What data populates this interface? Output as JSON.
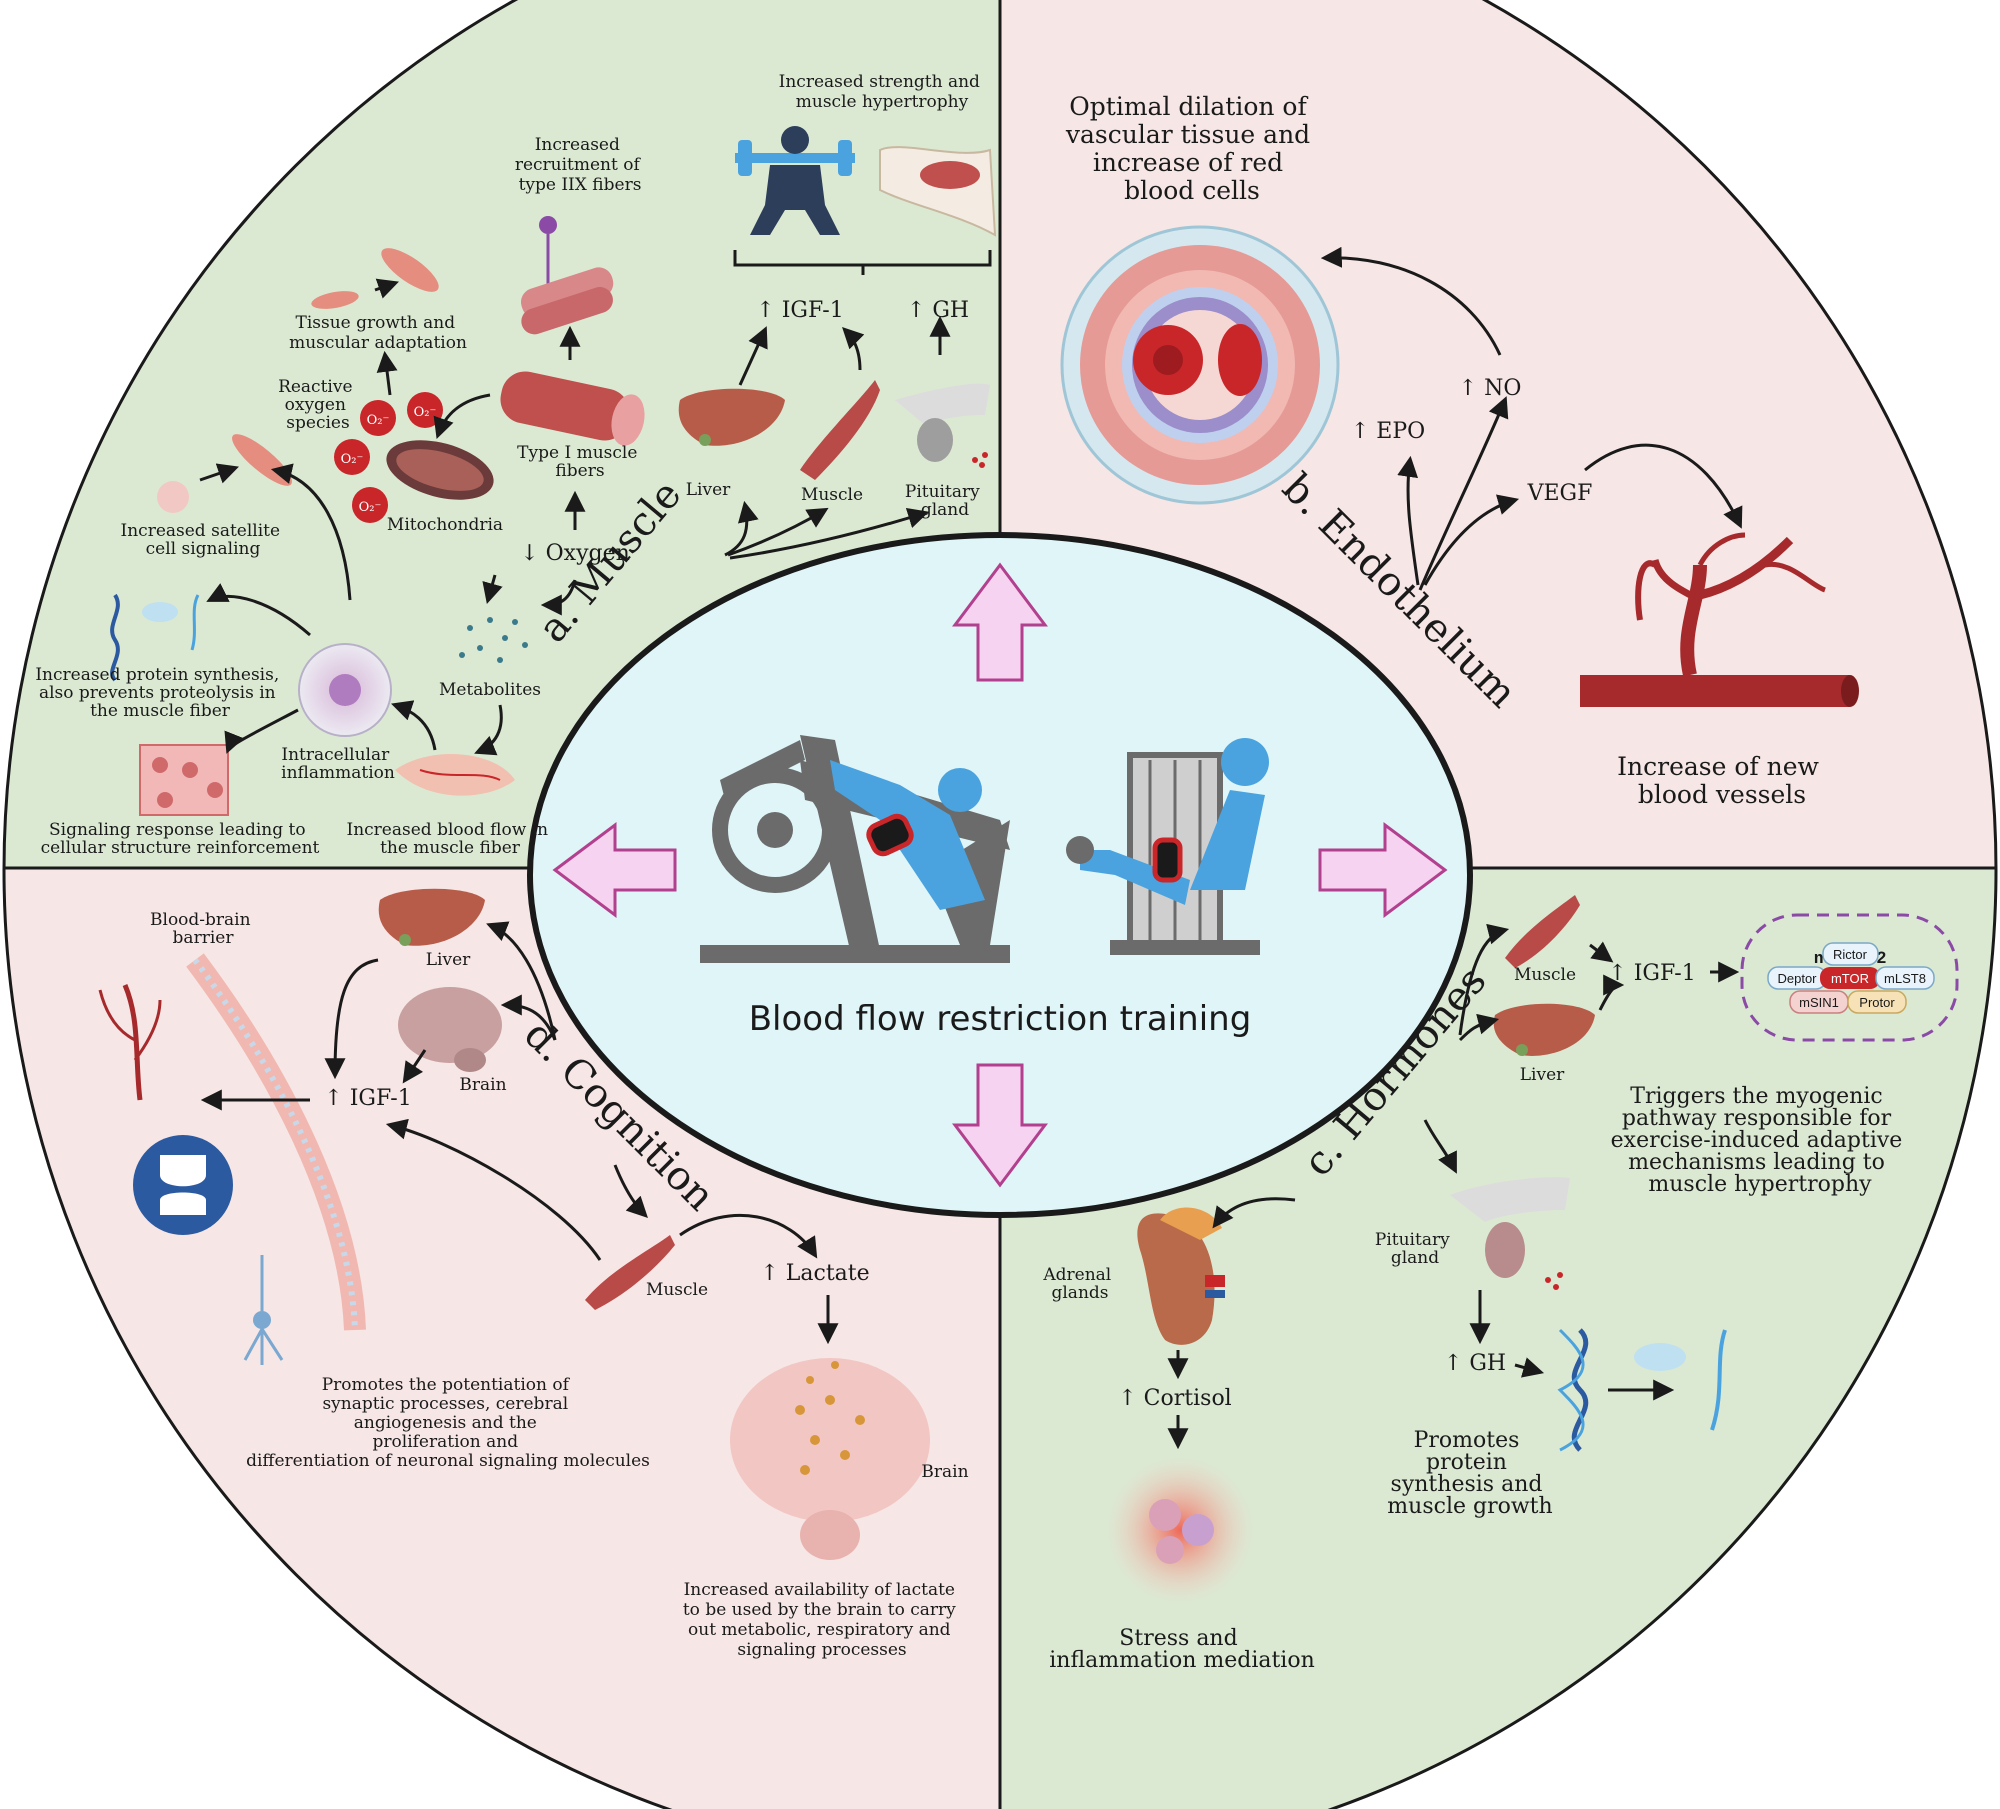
{
  "colors": {
    "muscle_quadrant": "#dbe9d3",
    "endothelium_quadrant": "#f6e6e5",
    "hormones_quadrant": "#dbe9d3",
    "cognition_quadrant": "#f6e6e5",
    "center": "#dff5f7",
    "center_arrows": "#f6d3f0",
    "center_arrow_stroke": "#b2408f",
    "equipment_gray": "#6b6b6b",
    "person_blue": "#4aa3df",
    "cuff_red": "#c9262a"
  },
  "center": {
    "title": "Blood flow restriction training",
    "icons": [
      "leg-press-icon",
      "leg-extension-machine-icon"
    ]
  },
  "muscle": {
    "quadrant_label": "a. Muscle",
    "strength": "Increased strength and muscle hypertrophy",
    "type_iix": "Increased recruitment of type IIX fibers",
    "tissue_growth": "Tissue growth and muscular adaptation",
    "ros": "Reactive oxygen species",
    "ros_symbol": "O₂⁻",
    "type_i": "Type I muscle fibers",
    "mitochondria": "Mitochondria",
    "satellite": "Increased satellite cell signaling",
    "igf1": "↑ IGF-1",
    "gh": "↑ GH",
    "liver": "Liver",
    "muscle": "Muscle",
    "pituitary": "Pituitary gland",
    "oxygen": "↓ Oxygen",
    "metabolites": "Metabolites",
    "protein": "Increased protein synthesis, also prevents proteolysis in the muscle fiber",
    "inflammation": "Intracellular inflammation",
    "signaling": "Signaling response leading to cellular structure reinforcement",
    "blood_flow": "Increased blood flow in the muscle fiber"
  },
  "endothelium": {
    "quadrant_label": "b. Endothelium",
    "dilation": "Optimal dilation of vascular tissue and increase of red blood cells",
    "no": "↑ NO",
    "epo": "↑ EPO",
    "vegf": "VEGF",
    "new_vessels": "Increase of new blood vessels"
  },
  "hormones": {
    "quadrant_label": "c. Hormones",
    "muscle": "Muscle",
    "liver": "Liver",
    "igf1": "↑ IGF-1",
    "mtorc2": "mTORC2",
    "rictor": "Rictor",
    "deptor": "Deptor",
    "mtor": "mTOR",
    "mlst8": "mLST8",
    "msin1": "mSIN1",
    "protor": "Protor",
    "myogenic": "Triggers the myogenic pathway responsible for exercise-induced adaptive mechanisms leading to muscle hypertrophy",
    "adrenal": "Adrenal glands",
    "pituitary": "Pituitary gland",
    "cortisol": "↑ Cortisol",
    "gh": "↑ GH",
    "stress": "Stress and inflammation mediation",
    "protein": "Promotes protein synthesis and muscle growth"
  },
  "cognition": {
    "quadrant_label": "d. Cognition",
    "bbb": "Blood-brain barrier",
    "liver": "Liver",
    "brain": "Brain",
    "igf1": "↑ IGF-1",
    "muscle": "Muscle",
    "lactate": "↑ Lactate",
    "brain2": "Brain",
    "synaptic": "Promotes the potentiation of synaptic processes, cerebral angiogenesis and the proliferation and differentiation of neuronal signaling molecules",
    "lactate_use": "Increased availability of lactate to be used by the brain to carry out metabolic, respiratory and signaling processes"
  }
}
